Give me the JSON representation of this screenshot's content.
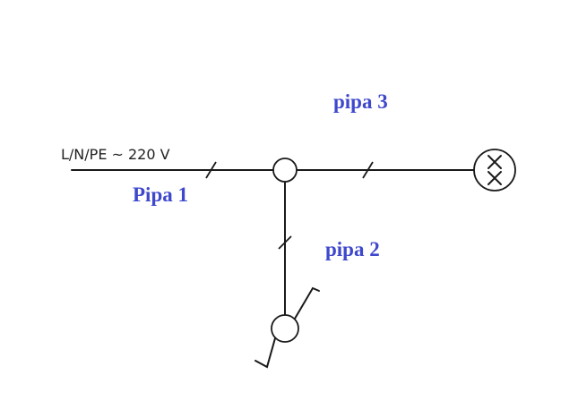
{
  "colors": {
    "wire": "#1a1a1a",
    "pipe_label": "#3f48cc",
    "supply_label": "#222222",
    "background": "#ffffff"
  },
  "labels": {
    "supply": "L/N/PE ~ 220 V",
    "pipe1": "Pipa 1",
    "pipe2": "pipa 2",
    "pipe3": "pipa 3"
  },
  "symbols": {
    "junction": "junction-box-icon",
    "lamp": "lamp-icon",
    "switch": "switch-icon"
  }
}
